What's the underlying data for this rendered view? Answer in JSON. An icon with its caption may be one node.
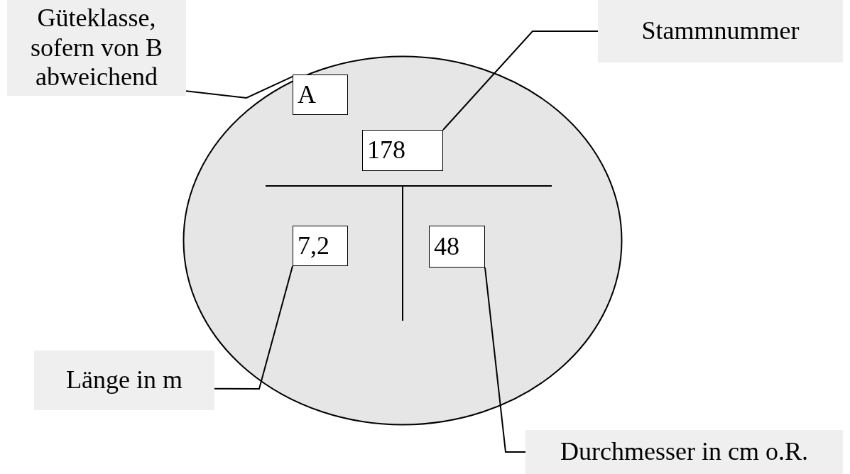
{
  "diagram": {
    "nodes": [
      {
        "text": [],
        "shape": "circle"
      },
      {
        "text": [
          "Güteklasse, sofern von B abweichend"
        ]
      },
      {
        "text": [
          "A"
        ],
        "in": 0
      },
      {
        "text": [
          "Stammnummer"
        ]
      },
      {
        "text": [
          "178"
        ],
        "in": 0
      },
      {
        "text": [
          "7,2"
        ],
        "in": 0
      },
      {
        "text": [
          "48"
        ],
        "in": 0
      },
      {
        "text": [
          "Länge in m"
        ]
      },
      {
        "text": [
          "Durchmesser in cm o.R."
        ]
      }
    ],
    "edges": [
      {
        "from": 1,
        "to": 2,
        "arrow": "none"
      },
      {
        "from": 3,
        "to": 4,
        "arrow": "none"
      },
      {
        "from": 7,
        "to": 5,
        "arrow": "none"
      },
      {
        "from": 8,
        "to": 6,
        "arrow": "none"
      }
    ]
  }
}
